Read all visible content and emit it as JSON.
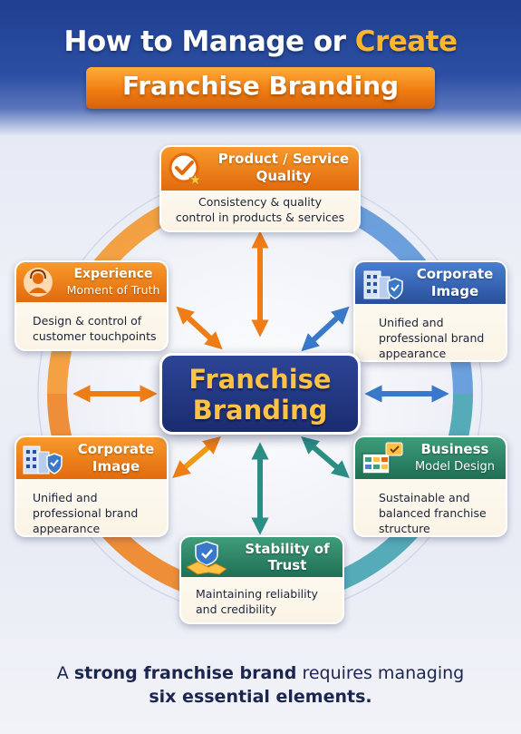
{
  "title": {
    "line1_start": "How to Manage or ",
    "line1_accent": "Create",
    "line2": "Franchise Branding"
  },
  "center": {
    "line1": "Franchise",
    "line2": "Branding"
  },
  "cards": {
    "product": {
      "title1": "Product / Service",
      "title2": "Quality",
      "body1": "Consistency & quality",
      "body2": "control in products & services",
      "icon": "quality-check-icon"
    },
    "experience": {
      "title1": "Experience",
      "title2": "Moment of Truth",
      "body1": "Design & control of",
      "body2": "customer touchpoints",
      "icon": "customer-service-icon"
    },
    "corporate_right": {
      "title1": "Corporate",
      "title2": "Image",
      "body1": "Unified and",
      "body2": "professional brand",
      "body3": "appearance",
      "icon": "building-shield-icon"
    },
    "corporate_left": {
      "title1": "Corporate",
      "title2": "Image",
      "body1": "Unified and",
      "body2": "professional brand",
      "body3": "appearance",
      "icon": "building-shield-icon"
    },
    "business": {
      "title1": "Business",
      "title2": "Model Design",
      "body1": "Sustainable and",
      "body2": "balanced franchise",
      "body3": "structure",
      "icon": "business-model-icon"
    },
    "trust": {
      "title1": "Stability of",
      "title2": "Trust",
      "body1": "Maintaining reliability",
      "body2": "and credibility",
      "icon": "handshake-shield-icon"
    }
  },
  "footer": {
    "p1": "A ",
    "bold1": "strong franchise brand",
    "p2": " requires managing",
    "bold2": "six essential elements."
  },
  "colors": {
    "orange": "#f07d12",
    "blue": "#2f5fb8",
    "green": "#2a8a66",
    "navy": "#1a2c70",
    "gold": "#ffc247"
  }
}
